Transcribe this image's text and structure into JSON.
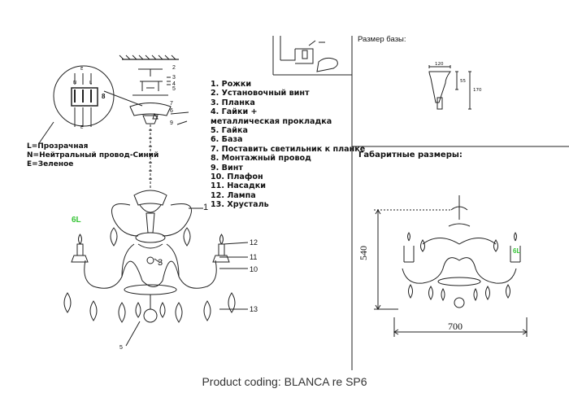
{
  "parts_list": [
    "1. Рожки",
    "2. Установочный винт",
    "3. Планка",
    "4. Гайки +",
    "металлическая прокладка",
    "5. Гайка",
    "6. База",
    "7. Поставить светильник к планке",
    "8. Монтажный провод",
    "9. Винт",
    "10. Плафон",
    "11. Насадки",
    "12. Лампа",
    "13. Хрусталь"
  ],
  "wiring_legend": [
    "L=Прозрачная",
    "N=Нейтральный провод-Синий",
    "E=Зеленое"
  ],
  "base_size": {
    "title": "Размер базы:",
    "width": "120",
    "depth": "55",
    "height": "170"
  },
  "overall_size": {
    "title": "Габаритные размеры:",
    "height": "540",
    "width": "700"
  },
  "lamp_labels": {
    "left": "6L",
    "right": "6L"
  },
  "callouts": {
    "c1": "1",
    "c2": "2",
    "c3": "3",
    "c4": "4",
    "c5": "5",
    "c6": "6",
    "c7": "7",
    "c8": "8",
    "c9": "9",
    "c10": "10",
    "c11": "11",
    "c12": "12",
    "c13": "13",
    "c3_body": "3",
    "c5_bottom": "5"
  },
  "terminal_letters": {
    "e_top": "E",
    "e_bottom": "E",
    "n": "N",
    "l": "L",
    "block_no": "8"
  },
  "product_coding": "Product coding: BLANCA re SP6",
  "colors": {
    "line": "#222222",
    "accent_green": "#36c436"
  }
}
